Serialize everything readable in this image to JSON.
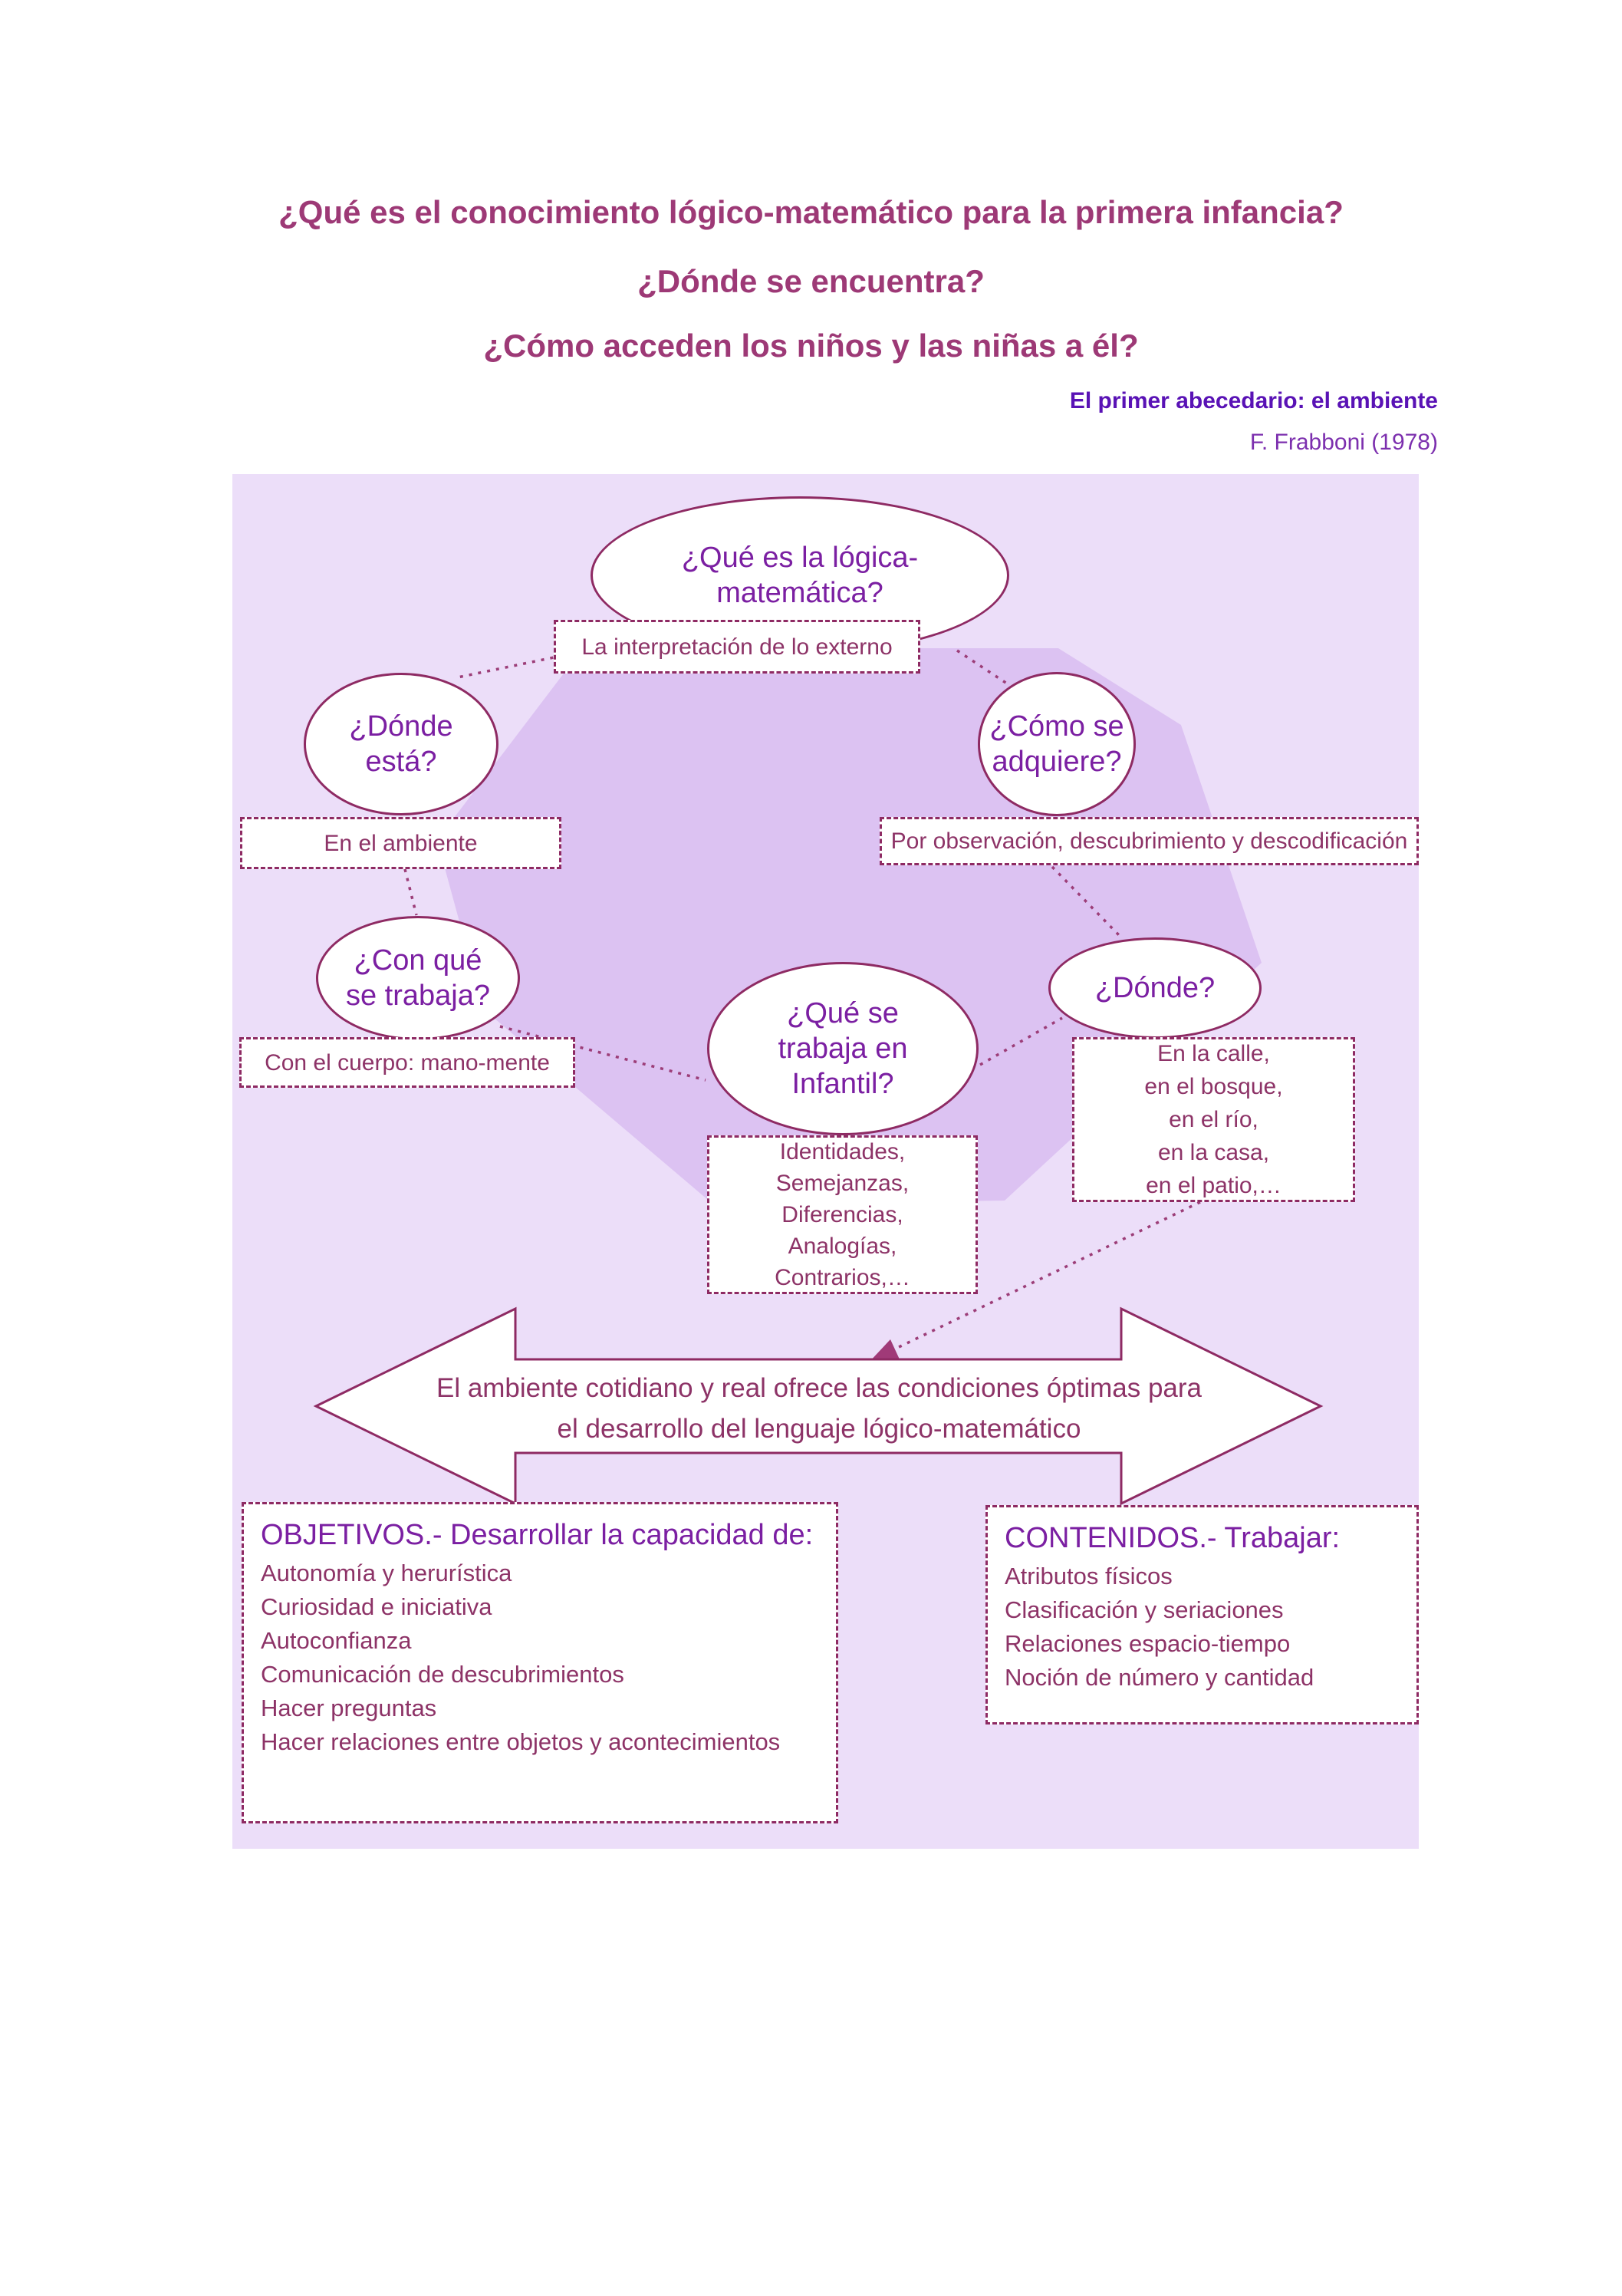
{
  "header": {
    "title_lines": [
      "¿Qué es el conocimiento lógico-matemático para la primera infancia?",
      "¿Dónde se encuentra?",
      "¿Cómo acceden los niños y las niñas a él?"
    ],
    "reference": {
      "work": "El primer abecedario: el ambiente",
      "author": "F. Frabboni (1978)"
    }
  },
  "map": {
    "logica": {
      "question": "¿Qué es la lógica-\nmatemática?",
      "answer": "La interpretación de lo externo"
    },
    "donde_esta": {
      "question": "¿Dónde\nestá?",
      "answer": "En el ambiente"
    },
    "como_adquiere": {
      "question": "¿Cómo se\nadquiere?",
      "answer": "Por observación, descubrimiento y descodificación"
    },
    "con_que": {
      "question": "¿Con qué\nse trabaja?",
      "answer": "Con el cuerpo: mano-mente"
    },
    "que_infantil": {
      "question": "¿Qué se\ntrabaja en\nInfantil?",
      "answer": "Identidades,\nSemejanzas,\nDiferencias,\nAnalogías,\nContrarios,…"
    },
    "donde": {
      "question": "¿Dónde?",
      "answer": "En la calle,\nen el bosque,\nen el río,\nen la casa,\nen el patio,…"
    }
  },
  "banner": {
    "text": "El ambiente cotidiano y real ofrece las condiciones óptimas para\nel desarrollo del lenguaje lógico-matemático"
  },
  "objetivos": {
    "heading": "OBJETIVOS.- Desarrollar la capacidad de:",
    "items": [
      "Autonomía y herurística",
      "Curiosidad e iniciativa",
      "Autoconfianza",
      "Comunicación de descubrimientos",
      "Hacer preguntas",
      "Hacer relaciones entre objetos y acontecimientos"
    ]
  },
  "contenidos": {
    "heading": "CONTENIDOS.- Trabajar:",
    "items": [
      "Atributos físicos",
      "Clasificación y seriaciones",
      "Relaciones espacio-tiempo",
      "Noción de número y cantidad"
    ]
  },
  "colors": {
    "panel_background": "#ecdef9",
    "blob_background": "#dcc2f2",
    "outline": "#8e2a63",
    "question_text": "#7b1fa2",
    "answer_text": "#8d3367",
    "title_text": "#9d3976",
    "reference_work_text": "#5912b5",
    "reference_author_text": "#7c2fae",
    "connector": "#9c3d78"
  }
}
